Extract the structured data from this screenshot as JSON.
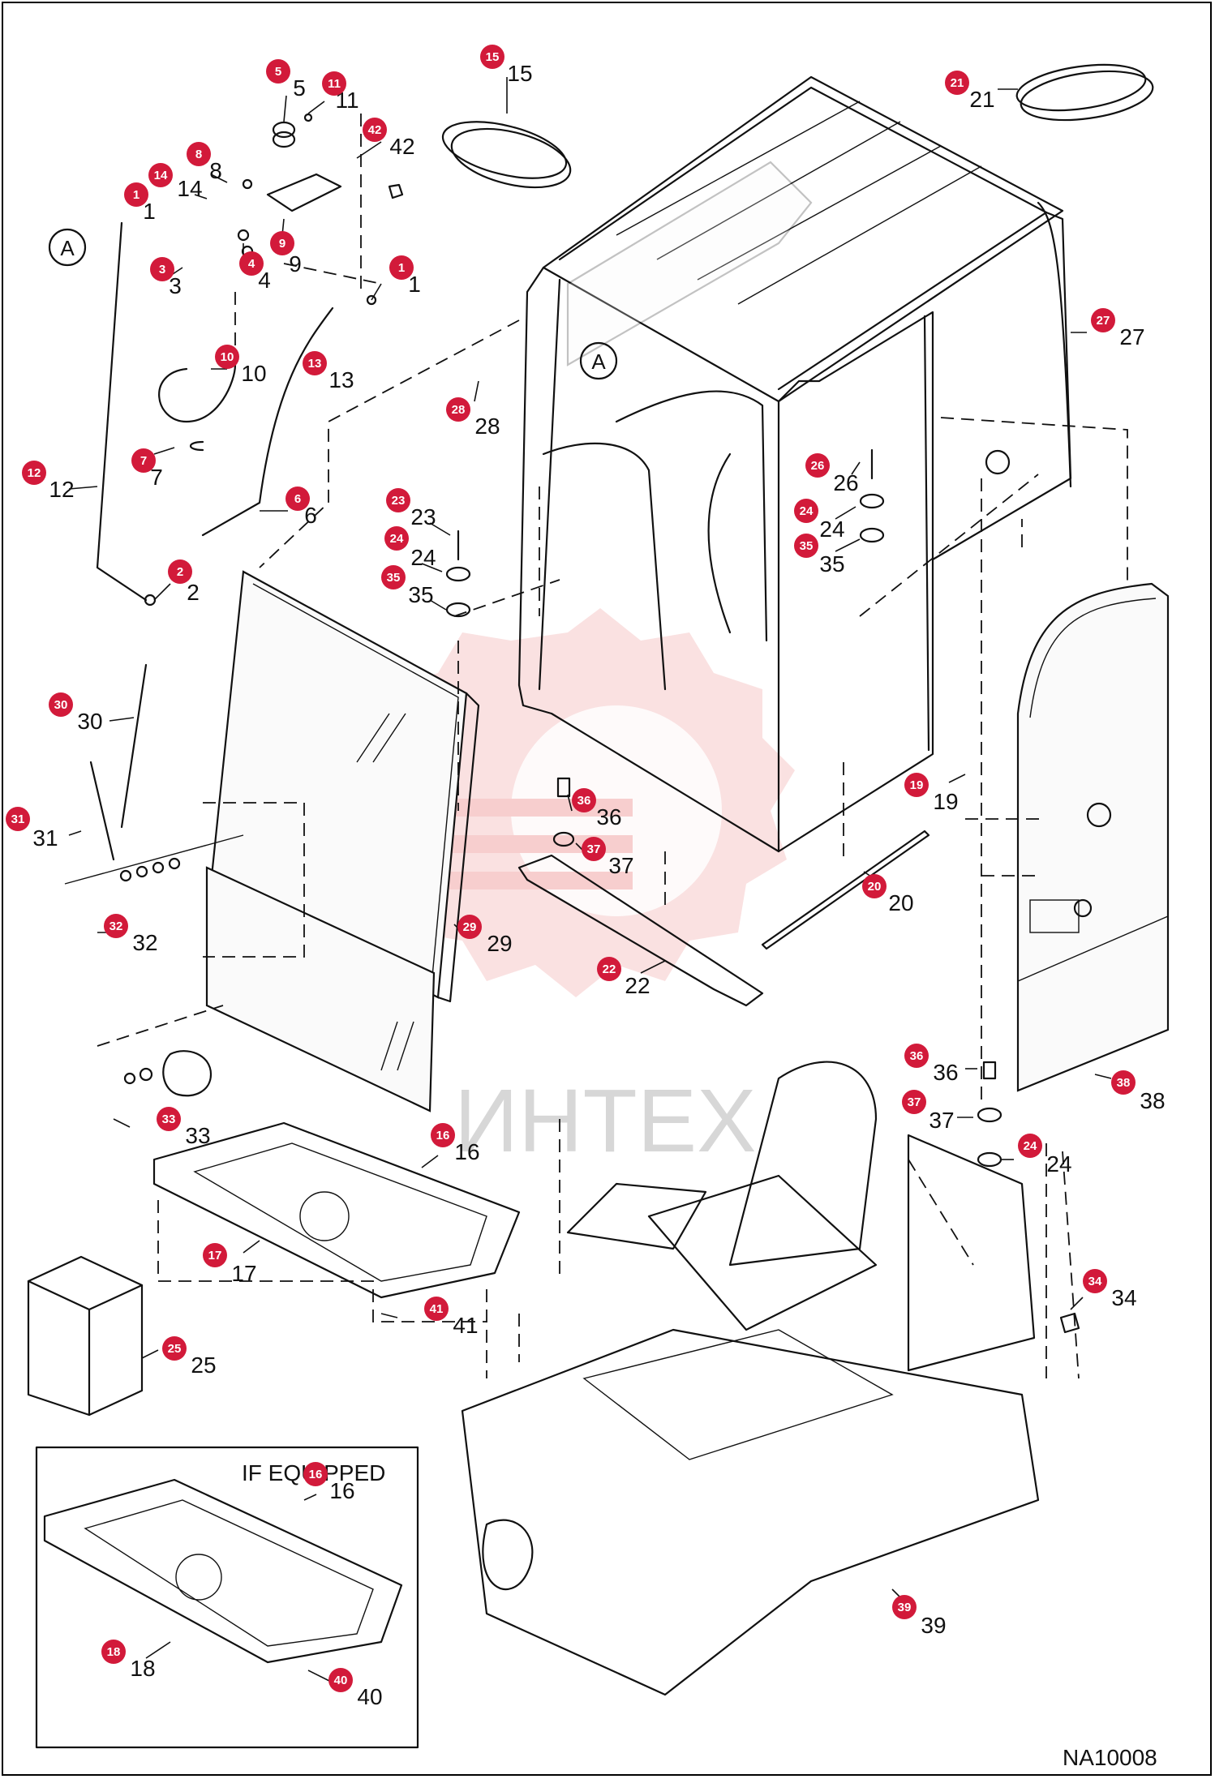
{
  "drawing_id": "NA10008",
  "inset_label": "IF EQUIPPED",
  "view_marker": "A",
  "watermark_text": "ИНТЕХ",
  "colors": {
    "badge": "#d21a3a",
    "watermark": "#f3b3b3",
    "ink": "#111111"
  },
  "callouts": [
    {
      "n": "1"
    },
    {
      "n": "1"
    },
    {
      "n": "2"
    },
    {
      "n": "3"
    },
    {
      "n": "4"
    },
    {
      "n": "5"
    },
    {
      "n": "6"
    },
    {
      "n": "7"
    },
    {
      "n": "8"
    },
    {
      "n": "9"
    },
    {
      "n": "10"
    },
    {
      "n": "11"
    },
    {
      "n": "12"
    },
    {
      "n": "13"
    },
    {
      "n": "14"
    },
    {
      "n": "15"
    },
    {
      "n": "16"
    },
    {
      "n": "16"
    },
    {
      "n": "17"
    },
    {
      "n": "18"
    },
    {
      "n": "19"
    },
    {
      "n": "20"
    },
    {
      "n": "21"
    },
    {
      "n": "22"
    },
    {
      "n": "23"
    },
    {
      "n": "24"
    },
    {
      "n": "24"
    },
    {
      "n": "24"
    },
    {
      "n": "25"
    },
    {
      "n": "26"
    },
    {
      "n": "27"
    },
    {
      "n": "28"
    },
    {
      "n": "29"
    },
    {
      "n": "30"
    },
    {
      "n": "31"
    },
    {
      "n": "32"
    },
    {
      "n": "33"
    },
    {
      "n": "34"
    },
    {
      "n": "35"
    },
    {
      "n": "35"
    },
    {
      "n": "36"
    },
    {
      "n": "36"
    },
    {
      "n": "37"
    },
    {
      "n": "37"
    },
    {
      "n": "38"
    },
    {
      "n": "39"
    },
    {
      "n": "40"
    },
    {
      "n": "41"
    },
    {
      "n": "42"
    }
  ]
}
